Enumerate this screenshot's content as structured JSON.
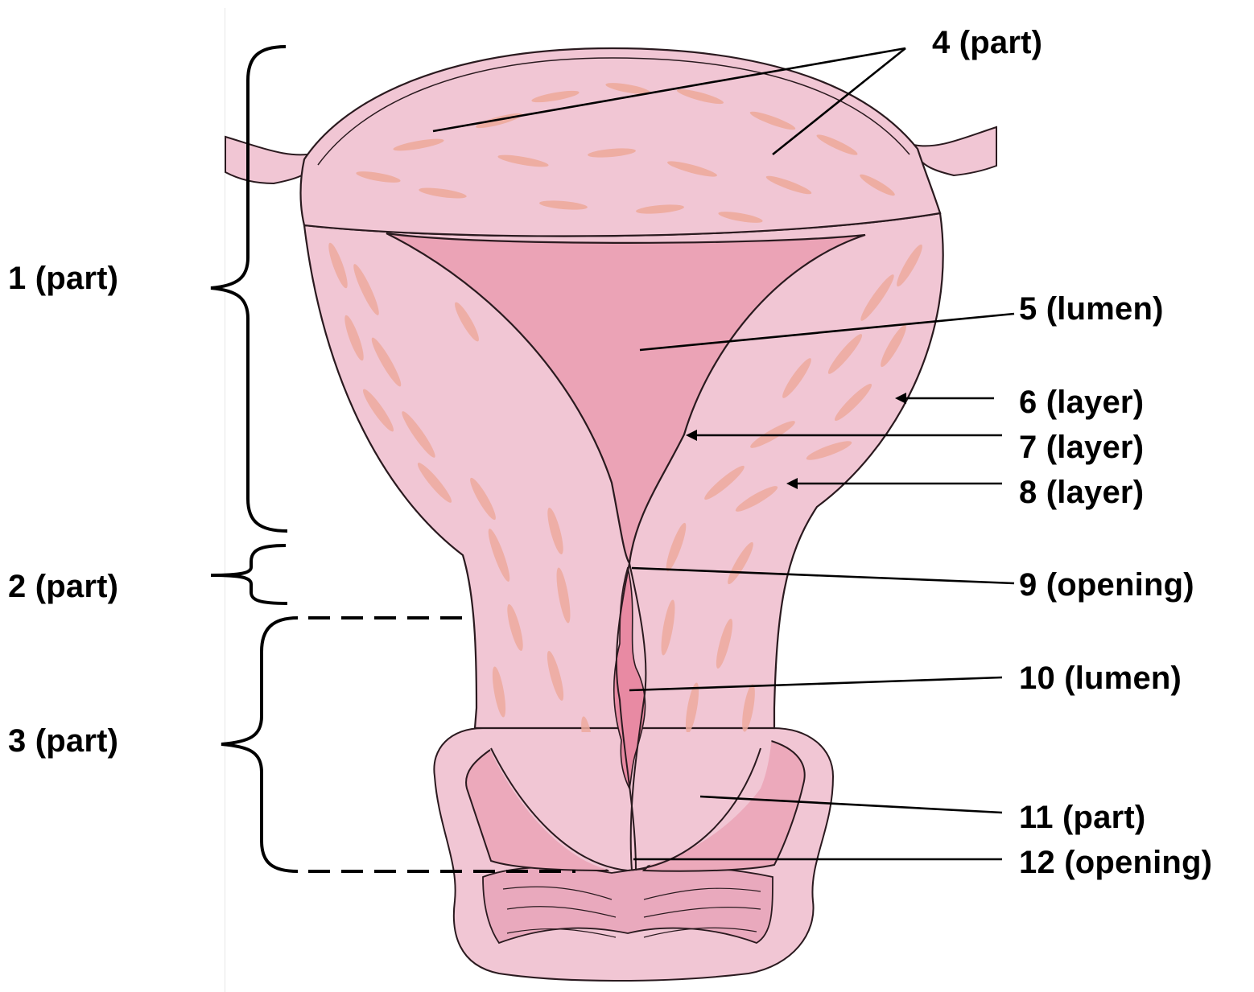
{
  "labels": {
    "l1": "1 (part)",
    "l2": "2 (part)",
    "l3": "3 (part)",
    "l4": "4 (part)",
    "l5": "5 (lumen)",
    "l6": "6 (layer)",
    "l7": "7 (layer)",
    "l8": "8 (layer)",
    "l9": "9 (opening)",
    "l10": "10 (lumen)",
    "l11": "11 (part)",
    "l12": "12 (opening)"
  },
  "colors": {
    "wall": "#f1c6d4",
    "wall_dark": "#e9b2c4",
    "cavity": "#eba3b6",
    "canal": "#e88aa3",
    "fibers": "#eeab9d",
    "outline": "#2a1a1f"
  }
}
